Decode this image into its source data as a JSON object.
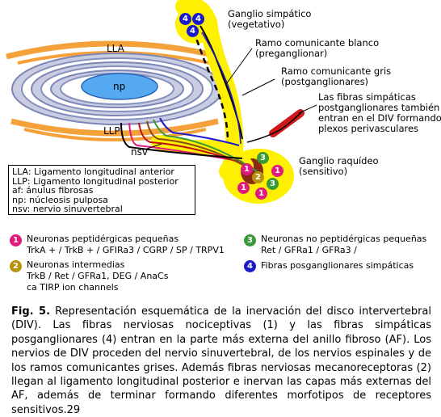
{
  "colors": {
    "peptidergic": "#e0197d",
    "intermediate": "#b8930a",
    "nonpeptidergic": "#3a9a3a",
    "sympathetic": "#1a1acc",
    "ganglion_yellow": "#ffef00",
    "ligament_orange": "#f5a13a",
    "nucleus_blue": "#55a9f0"
  },
  "diagram_labels": {
    "lla": "LLA",
    "np": "np",
    "llp": "LLP",
    "nsv": "nsv",
    "ganglio_simpatico": "Ganglio simpático\n(vegetativo)",
    "ramo_blanco": "Ramo comunicante blanco\n(preganglionar)",
    "ramo_gris": "Ramo comunicante gris\n(postganglionares)",
    "fibras_simpaticas": "Las fibras simpáticas\npostganglionares también\nentran en el DIV formando\nplexos perivasculares",
    "ganglio_raquideo": "Ganglio raquídeo\n(sensitivo)"
  },
  "diagram_numbers": {
    "sympathetic": "4",
    "peptidergic": "1",
    "intermediate": "2",
    "nonpeptidergic": "3"
  },
  "abbreviations": [
    "LLA: Ligamento longitudinal anterior",
    "LLP: Ligamento longitudinal posterior",
    "af: ánulus fibrosas",
    "np: núcleosis pulposa",
    "nsv: nervio sinuvertebral"
  ],
  "legend": [
    {
      "number": "1",
      "text": "Neuronas peptidérgicas pequeñas\nTrkA + / TrkB + / GFIRa3 / CGRP / SP / TRPV1"
    },
    {
      "number": "3",
      "text": "Neuronas no peptidérgicas pequeñas\nRet / GFRa1 / GFRa3 /"
    },
    {
      "number": "2",
      "text": "Neuronas intermedias\nTrkB / Ret / GFRa1, DEG / AnaCs\nca TIRP ion channels"
    },
    {
      "number": "4",
      "text": "Fibras posganglionares simpáticas"
    }
  ],
  "caption": {
    "fig_label": "Fig. 5.",
    "text": " Representación esquemática de la inervación del disco intervertebral (DIV). Las fibras nerviosas nociceptivas (1) y las fibras simpáticas posganglionares (4) entran en la parte más externa del anillo fibroso (AF). Los nervios de DIV proceden del nervio sinuvertebral, de los nervios espinales y de los ramos comunicantes grises. Además fibras nerviosas mecanoreceptoras (2) llegan al ligamento longitudinal posterior e inervan las capas más externas del AF, además de terminar formando diferentes morfotipos de receptores sensitivos.29"
  }
}
